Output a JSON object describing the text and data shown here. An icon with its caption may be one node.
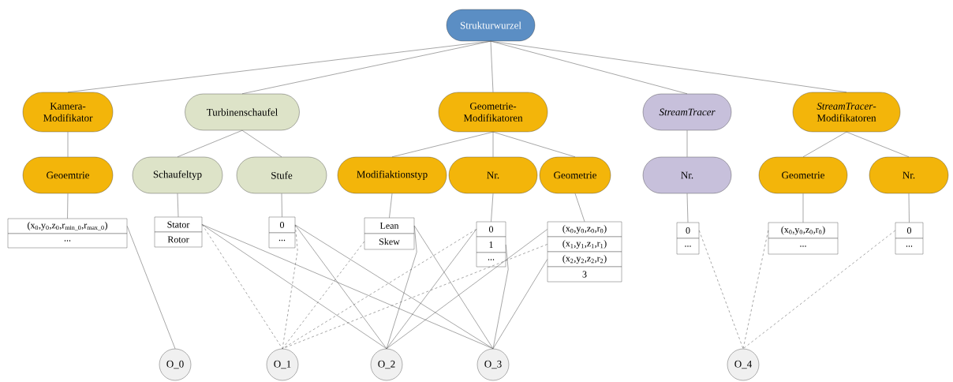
{
  "diagram": {
    "nodes": [
      {
        "text": [
          "Strukturwurzel"
        ]
      },
      {
        "text": [
          "Kamera- Modifikator"
        ]
      },
      {
        "text": [
          "Turbinenschaufel"
        ]
      },
      {
        "text": [
          "Geometrie- Modifikatoren"
        ]
      },
      {
        "text": [
          "StreamTracer"
        ]
      },
      {
        "text": [
          "*StreamTracer*- Modifikatoren"
        ]
      },
      {
        "text": [
          "Geoemtrie"
        ]
      },
      {
        "text": [
          "Schaufeltyp"
        ]
      },
      {
        "text": [
          "Stufe"
        ]
      },
      {
        "text": [
          "Modifiaktionstyp"
        ]
      },
      {
        "text": [
          "Nr."
        ]
      },
      {
        "text": [
          "Geometrie"
        ]
      },
      {
        "text": [
          "Nr."
        ]
      },
      {
        "text": [
          "Geometrie"
        ]
      },
      {
        "text": [
          "Nr."
        ]
      },
      {
        "text": [
          "(x$_{0}$,y$_{0}$,z$_{0}$,r$_{min_0}$,r$_{max_0}$)"
        ]
      },
      {
        "text": [
          "..."
        ]
      },
      {
        "text": [
          "Stator"
        ]
      },
      {
        "text": [
          "Rotor"
        ]
      },
      {
        "text": [
          "0"
        ]
      },
      {
        "text": [
          "..."
        ]
      },
      {
        "text": [
          "Lean"
        ]
      },
      {
        "text": [
          "Skew"
        ]
      },
      {
        "text": [
          "0"
        ]
      },
      {
        "text": [
          "1"
        ]
      },
      {
        "text": [
          "..."
        ]
      },
      {
        "text": [
          "(x$_{0}$,y$_{0}$,z$_{0}$,r$_{0}$)"
        ]
      },
      {
        "text": [
          "(x$_{1}$,y$_{1}$,z$_{1}$,r$_{1}$)"
        ]
      },
      {
        "text": [
          "(x$_{2}$,y$_{2}$,z$_{2}$,r$_{2}$)"
        ]
      },
      {
        "text": [
          "3"
        ]
      },
      {
        "text": [
          "0"
        ]
      },
      {
        "text": [
          "..."
        ]
      },
      {
        "text": [
          "(x$_{0}$,y$_{0}$,z$_{0}$,r$_{0}$)"
        ]
      },
      {
        "text": [
          "..."
        ]
      },
      {
        "text": [
          "0"
        ]
      },
      {
        "text": [
          "..."
        ]
      },
      {
        "text": [
          "O_0"
        ]
      },
      {
        "text": [
          "O_1"
        ]
      },
      {
        "text": [
          "O_2"
        ]
      },
      {
        "text": [
          "O_3"
        ]
      },
      {
        "text": [
          "O_4"
        ]
      }
    ],
    "edges": [
      {
        "from": 0,
        "to": 1,
        "arrow": "none"
      },
      {
        "from": 0,
        "to": 2,
        "arrow": "none"
      },
      {
        "from": 0,
        "to": 3,
        "arrow": "none"
      },
      {
        "from": 0,
        "to": 4,
        "arrow": "none"
      },
      {
        "from": 0,
        "to": 5,
        "arrow": "none"
      },
      {
        "from": 1,
        "to": 6,
        "arrow": "none"
      },
      {
        "from": 2,
        "to": 7,
        "arrow": "none"
      },
      {
        "from": 2,
        "to": 8,
        "arrow": "none"
      },
      {
        "from": 3,
        "to": 9,
        "arrow": "none"
      },
      {
        "from": 3,
        "to": 10,
        "arrow": "none"
      },
      {
        "from": 3,
        "to": 11,
        "arrow": "none"
      },
      {
        "from": 4,
        "to": 12,
        "arrow": "none"
      },
      {
        "from": 5,
        "to": 13,
        "arrow": "none"
      },
      {
        "from": 5,
        "to": 14,
        "arrow": "none"
      },
      {
        "from": 6,
        "to": 15,
        "arrow": "none"
      },
      {
        "from": 7,
        "to": 17,
        "arrow": "none"
      },
      {
        "from": 8,
        "to": 19,
        "arrow": "none"
      },
      {
        "from": 9,
        "to": 21,
        "arrow": "none"
      },
      {
        "from": 10,
        "to": 23,
        "arrow": "none"
      },
      {
        "from": 11,
        "to": 26,
        "arrow": "none"
      },
      {
        "from": 12,
        "to": 30,
        "arrow": "none"
      },
      {
        "from": 13,
        "to": 32,
        "arrow": "none"
      },
      {
        "from": 14,
        "to": 34,
        "arrow": "none"
      },
      {
        "from": 15,
        "to": 36,
        "arrow": "none"
      },
      {
        "from": 17,
        "to": 37,
        "arrow": "none",
        "style": "dashed"
      },
      {
        "from": 19,
        "to": 37,
        "arrow": "none",
        "style": "dashed"
      },
      {
        "from": 22,
        "to": 37,
        "arrow": "none",
        "style": "dashed"
      },
      {
        "from": 23,
        "to": 37,
        "arrow": "none",
        "style": "dashed"
      },
      {
        "from": 27,
        "to": 37,
        "arrow": "none",
        "style": "dashed"
      },
      {
        "from": 17,
        "to": 38,
        "arrow": "none"
      },
      {
        "from": 19,
        "to": 38,
        "arrow": "none"
      },
      {
        "from": 21,
        "to": 38,
        "arrow": "none"
      },
      {
        "from": 23,
        "to": 38,
        "arrow": "none"
      },
      {
        "from": 26,
        "to": 38,
        "arrow": "none"
      },
      {
        "from": 17,
        "to": 39,
        "arrow": "none"
      },
      {
        "from": 19,
        "to": 39,
        "arrow": "none"
      },
      {
        "from": 21,
        "to": 39,
        "arrow": "none"
      },
      {
        "from": 24,
        "to": 39,
        "arrow": "none"
      },
      {
        "from": 28,
        "to": 39,
        "arrow": "none"
      },
      {
        "from": 30,
        "to": 40,
        "arrow": "none",
        "style": "dashed"
      },
      {
        "from": 32,
        "to": 40,
        "arrow": "none",
        "style": "dashed"
      },
      {
        "from": 34,
        "to": 40,
        "arrow": "none",
        "style": "dashed"
      }
    ]
  }
}
